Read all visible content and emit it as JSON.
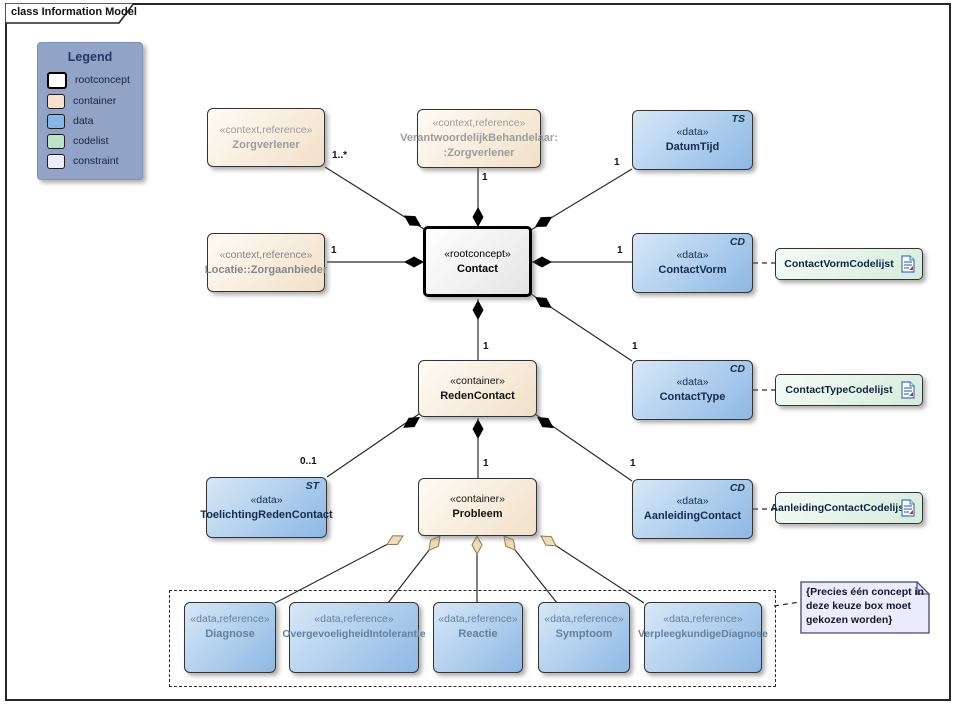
{
  "frame": {
    "tab_label": "class Information Model"
  },
  "colors": {
    "rootconcept": "#ffffff",
    "container": "#f7e1cb",
    "data": "#85b7e8",
    "codelist": "#bae3c7",
    "constraint": "#ebebfc",
    "legend_bg": "#92a3c8",
    "choice_diamond": "#f2ddb3",
    "composition_diamond": "#000000"
  },
  "legend": {
    "title": "Legend",
    "items": [
      {
        "label": "rootconcept",
        "color": "#ffffff"
      },
      {
        "label": "container",
        "color": "#f7e1cb"
      },
      {
        "label": "data",
        "color": "#85b7e8"
      },
      {
        "label": "codelist",
        "color": "#bae3c7"
      },
      {
        "label": "constraint",
        "color": "#ebebfc"
      }
    ]
  },
  "nodes": {
    "zorgverlener": {
      "stereotype": "«context,reference»",
      "name": "Zorgverlener"
    },
    "verantwoordelijk": {
      "stereotype": "«context,reference»",
      "name_line1": "VerantwoordelijkBehandelaar:",
      "name_line2": ":Zorgverlener"
    },
    "datumtijd": {
      "stereotype": "«data»",
      "name": "DatumTijd",
      "type_code": "TS"
    },
    "contact": {
      "stereotype": "«rootconcept»",
      "name": "Contact"
    },
    "locatie": {
      "stereotype": "«context,reference»",
      "name": "Locatie::Zorgaanbieder"
    },
    "contactvorm": {
      "stereotype": "«data»",
      "name": "ContactVorm",
      "type_code": "CD"
    },
    "redencontact": {
      "stereotype": "«container»",
      "name": "RedenContact"
    },
    "contacttype": {
      "stereotype": "«data»",
      "name": "ContactType",
      "type_code": "CD"
    },
    "toelichting": {
      "stereotype": "«data»",
      "name": "ToelichtingRedenContact",
      "type_code": "ST"
    },
    "probleem": {
      "stereotype": "«container»",
      "name": "Probleem"
    },
    "aanleiding": {
      "stereotype": "«data»",
      "name": "AanleidingContact",
      "type_code": "CD"
    },
    "diagnose": {
      "stereotype": "«data,reference»",
      "name": "Diagnose"
    },
    "overgevoeligheid": {
      "stereotype": "«data,reference»",
      "name": "OvergevoeligheidIntolerantie"
    },
    "reactie": {
      "stereotype": "«data,reference»",
      "name": "Reactie"
    },
    "symptoom": {
      "stereotype": "«data,reference»",
      "name": "Symptoom"
    },
    "verpleegkundige": {
      "stereotype": "«data,reference»",
      "name": "VerpleegkundigeDiagnose"
    }
  },
  "codelists": {
    "contactvorm": {
      "label": "ContactVormCodelijst",
      "icon": "codelist-document-icon"
    },
    "contacttype": {
      "label": "ContactTypeCodelijst",
      "icon": "codelist-document-icon"
    },
    "aanleiding": {
      "label": "AanleidingContactCodelijst",
      "icon": "codelist-document-icon"
    }
  },
  "constraint_note": {
    "text": "{Precies één concept in deze keuze box moet gekozen worden}"
  },
  "multiplicities": {
    "zorgverlener": "1..*",
    "verantwoordelijk": "1",
    "datumtijd": "1",
    "locatie": "1",
    "contactvorm": "1",
    "contacttype": "1",
    "redencontact": "1",
    "toelichting": "0..1",
    "probleem": "1",
    "aanleiding": "1"
  }
}
